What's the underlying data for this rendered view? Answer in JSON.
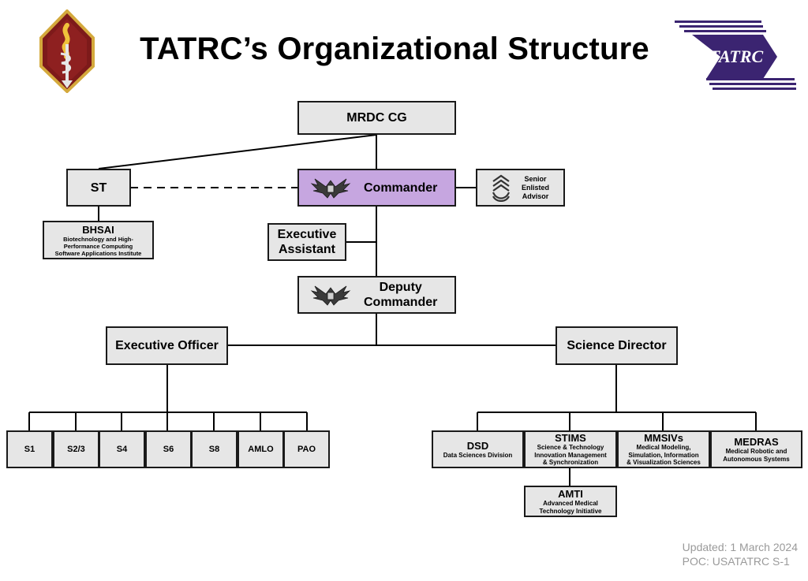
{
  "title": "TATRC’s Organizational Structure",
  "logo_text": "TATRC",
  "nodes": {
    "mrdc_cg": "MRDC CG",
    "st": "ST",
    "commander": "Commander",
    "senior_enlisted_advisor": [
      "Senior",
      "Enlisted",
      "Advisor"
    ],
    "bhsai": {
      "name": "BHSAI",
      "desc": [
        "Biotechnology and High-",
        "Performance Computing",
        "Software Applications Institute"
      ]
    },
    "executive_assistant": [
      "Executive",
      "Assistant"
    ],
    "deputy_commander": [
      "Deputy",
      "Commander"
    ],
    "executive_officer": "Executive Officer",
    "science_director": "Science Director",
    "staff_sections": [
      "S1",
      "S2/3",
      "S4",
      "S6",
      "S8",
      "AMLO",
      "PAO"
    ],
    "dsd": {
      "name": "DSD",
      "desc": [
        "Data Sciences Division"
      ]
    },
    "stims": {
      "name": "STIMS",
      "desc": [
        "Science & Technology",
        "Innovation Management",
        "& Synchronization"
      ]
    },
    "mmsivs": {
      "name": "MMSIVs",
      "desc": [
        "Medical Modeling,",
        "Simulation, Information",
        "& Visualization Sciences"
      ]
    },
    "medras": {
      "name": "MEDRAS",
      "desc": [
        "Medical Robotic and",
        "Autonomous Systems"
      ]
    },
    "amti": {
      "name": "AMTI",
      "desc": [
        "Advanced Medical",
        "Technology Initiative"
      ]
    }
  },
  "footer": {
    "updated": "Updated: 1 March 2024",
    "poc": "POC: USATATRC S-1"
  },
  "colors": {
    "box_fill": "#e6e6e6",
    "commander_fill": "#c6a6e0",
    "logo_purple": "#3b2471",
    "footer_text": "#9a9a9a"
  }
}
